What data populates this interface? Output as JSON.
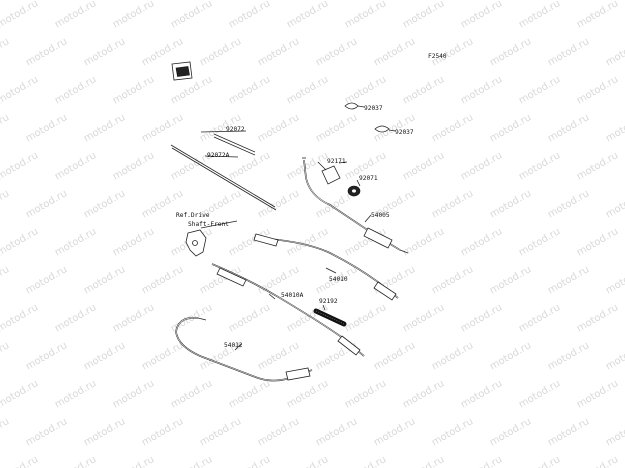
{
  "watermark": "motod.ru",
  "figure_code": "F2540",
  "ref_note": {
    "line1": "Ref.Drive",
    "line2": "Shaft-Front"
  },
  "parts": [
    {
      "id": "p92072",
      "number": "92072"
    },
    {
      "id": "p92072A",
      "number": "92072A"
    },
    {
      "id": "p92037a",
      "number": "92037"
    },
    {
      "id": "p92037b",
      "number": "92037"
    },
    {
      "id": "p92171",
      "number": "92171"
    },
    {
      "id": "p92071",
      "number": "92071"
    },
    {
      "id": "p54005",
      "number": "54005"
    },
    {
      "id": "p54010",
      "number": "54010"
    },
    {
      "id": "p54010A",
      "number": "54010A"
    },
    {
      "id": "p92192",
      "number": "92192"
    },
    {
      "id": "p54012",
      "number": "54012"
    }
  ]
}
